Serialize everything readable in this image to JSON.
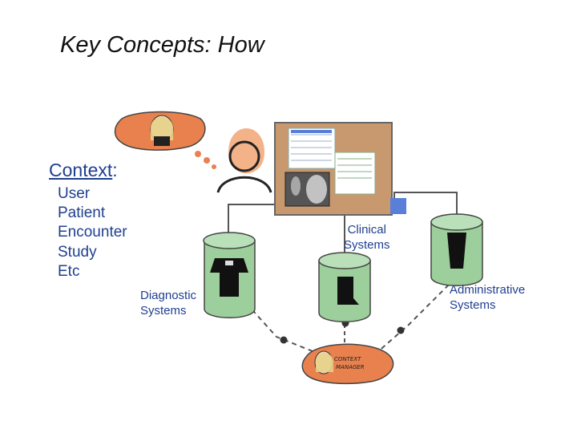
{
  "title": "Key Concepts: How",
  "context": {
    "label": "Context",
    "colon": ":",
    "items": [
      "User",
      "Patient",
      "Encounter",
      "Study",
      "Etc"
    ]
  },
  "systems": {
    "clinical": [
      "Clinical",
      "Systems"
    ],
    "diagnostic": [
      "Diagnostic",
      "Systems"
    ],
    "administrative": [
      "Administrative",
      "Systems"
    ]
  },
  "context_manager": {
    "line1": "CONTEXT",
    "line2": "MANAGER"
  },
  "colors": {
    "text_blue": "#1f3f8f",
    "cylinder_green": "#9ccf9c",
    "bubble_orange": "#e8814e",
    "board_cork": "#c8996f",
    "blue_square": "#5a7fd8"
  }
}
